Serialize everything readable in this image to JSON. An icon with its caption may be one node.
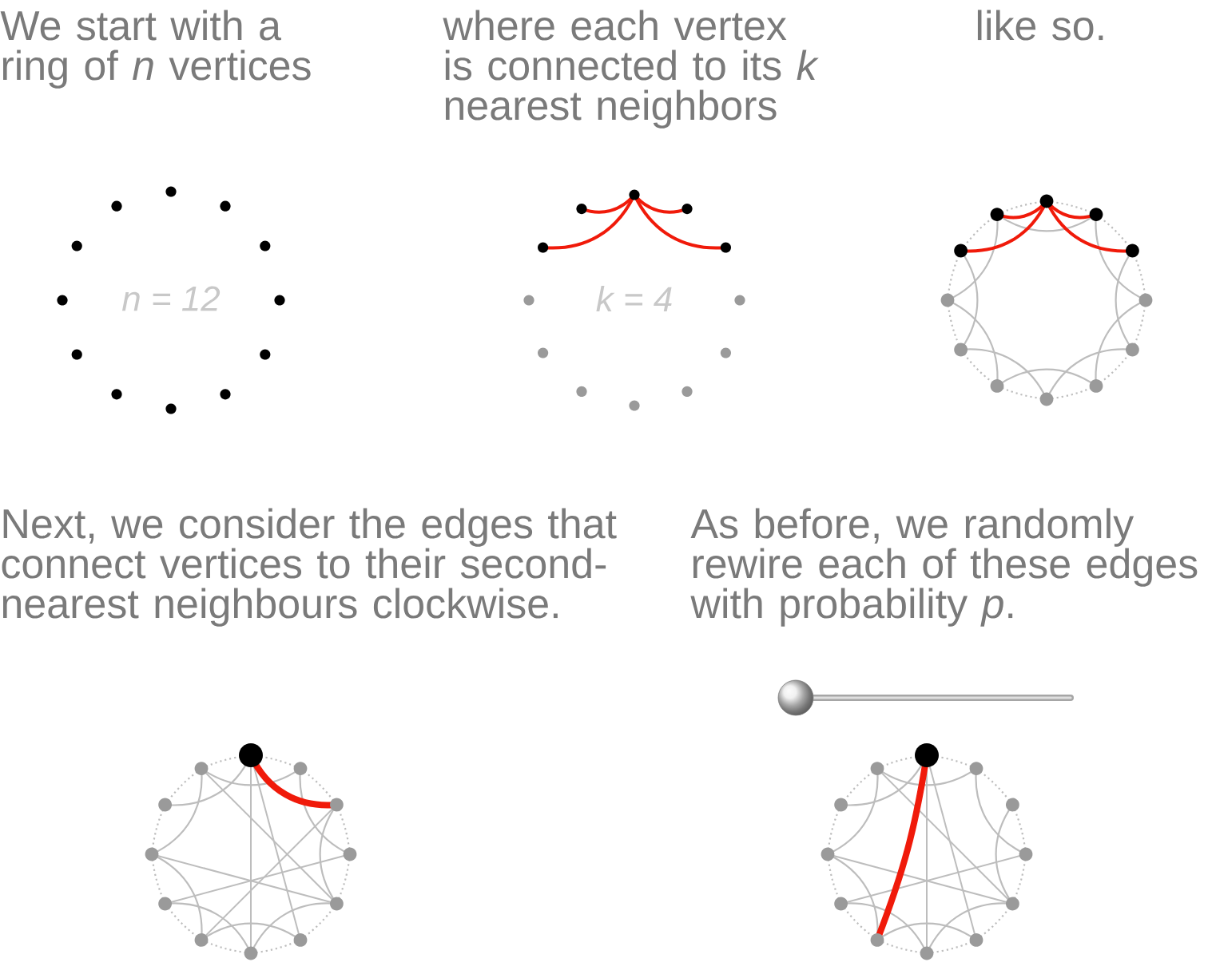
{
  "diagram": {
    "labels": [
      "We start with a ring of *n* vertices",
      "where each vertex is connected to its *k* nearest neighbors",
      "like so.",
      "n = 12",
      "k = 4",
      "Next, we consider the edges that connect vertices to their second-nearest neighbours clockwise.",
      "As before, we randomly rewire each of these edges with probability *p*."
    ]
  }
}
